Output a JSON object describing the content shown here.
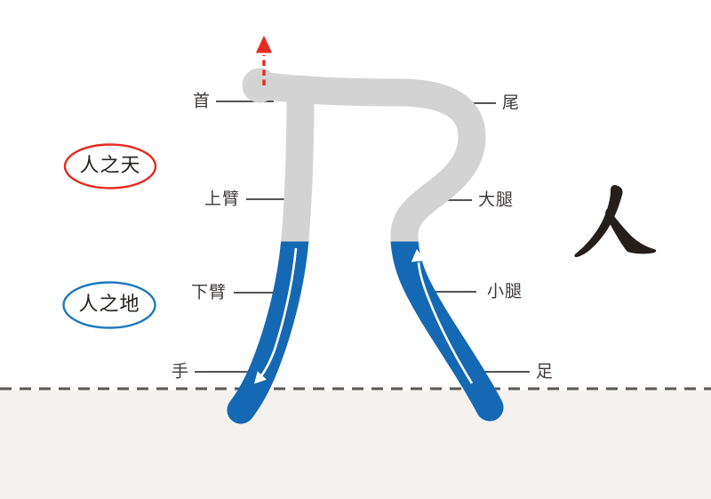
{
  "title_character": {
    "glyph": "人"
  },
  "colors": {
    "background": "#ffffff",
    "ground_fill": "#f4f1ee",
    "ground_line": "#5a5757",
    "upper_gray": "#d4d3d4",
    "lower_blue": "#1568b3",
    "red_accent": "#e8291e",
    "label_line": "#3f3a3a",
    "glyph_black": "#251e1b",
    "direction_arrow_white": "#ffffff"
  },
  "badges": [
    {
      "id": "heaven",
      "label": "人之天",
      "outline_color": "#e8291e"
    },
    {
      "id": "earth",
      "label": "人之地",
      "outline_color": "#1e78c0"
    }
  ],
  "callouts": [
    {
      "id": "head",
      "text": "首",
      "side": "left"
    },
    {
      "id": "tail",
      "text": "尾",
      "side": "right"
    },
    {
      "id": "upper-arm",
      "text": "上臂",
      "side": "left"
    },
    {
      "id": "thigh",
      "text": "大腿",
      "side": "right"
    },
    {
      "id": "forearm",
      "text": "下臂",
      "side": "left"
    },
    {
      "id": "lower-leg",
      "text": "小腿",
      "side": "right"
    },
    {
      "id": "hand",
      "text": "手",
      "side": "left"
    },
    {
      "id": "foot",
      "text": "足",
      "side": "right"
    }
  ]
}
